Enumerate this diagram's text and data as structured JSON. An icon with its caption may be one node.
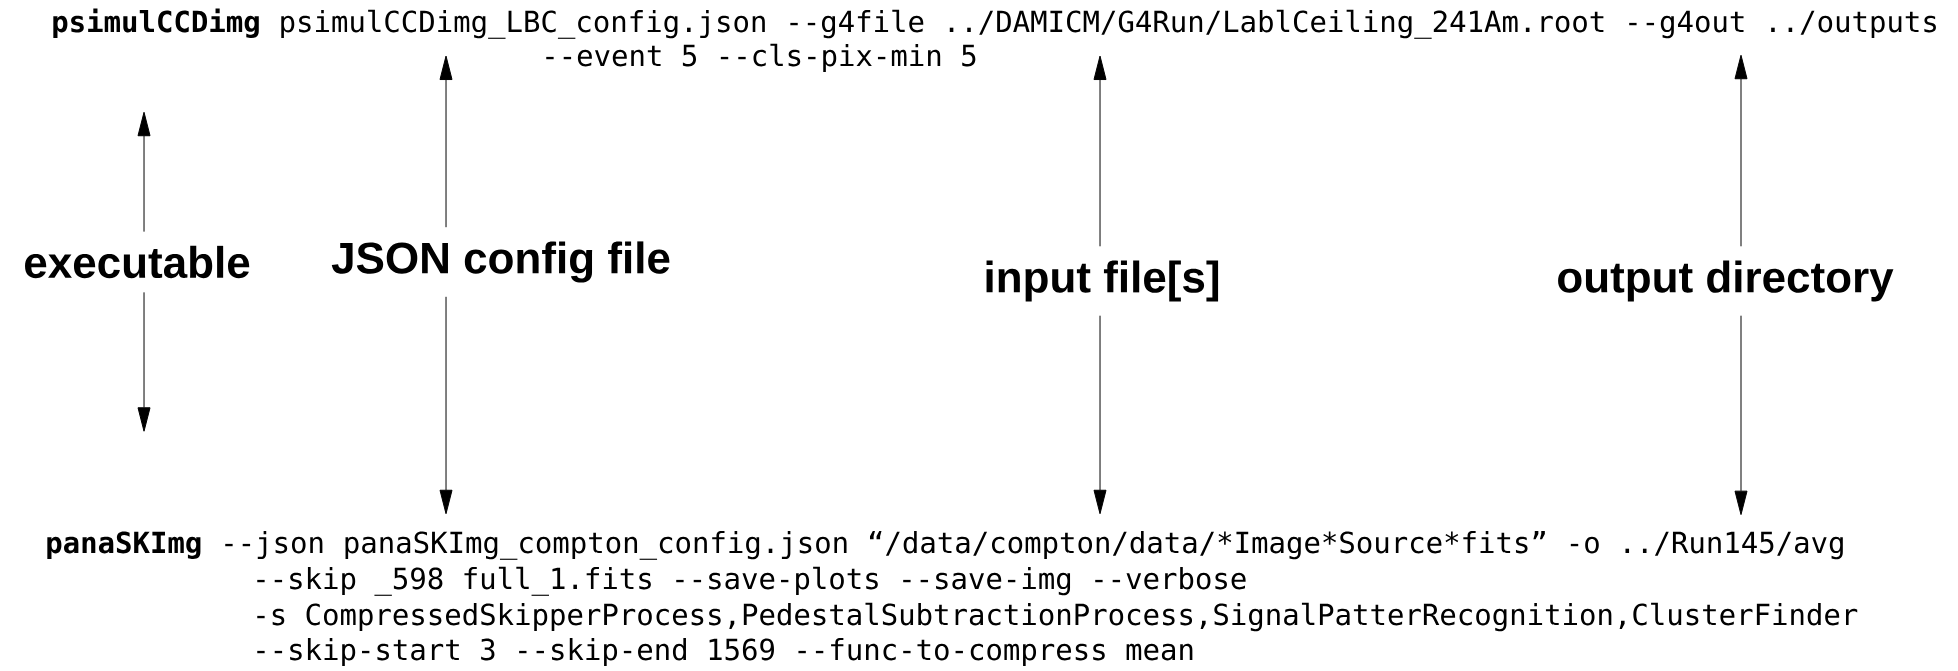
{
  "diagram": {
    "nodes": [
      {
        "text": [
          "psimulCCDimg"
        ]
      },
      {
        "text": [
          "psimulCCDimg_LBC_config.json"
        ]
      },
      {
        "text": [
          "../DAMICM/G4Run/LablCeiling_241Am.root"
        ]
      },
      {
        "text": [
          "../outputs"
        ]
      },
      {
        "text": [
          "executable"
        ]
      },
      {
        "text": [
          "JSON config file"
        ]
      },
      {
        "text": [
          "input file[s]"
        ]
      },
      {
        "text": [
          "output directory"
        ]
      },
      {
        "text": [
          "panaSKImg"
        ]
      },
      {
        "text": [
          "panaSKImg_compton_config.json"
        ]
      },
      {
        "text": [
          "“/data/compton/data/*Image*Source*fits”"
        ]
      },
      {
        "text": [
          "../Run145/avg"
        ]
      }
    ],
    "edges": [
      {
        "from": 4,
        "to": 0,
        "arrow": "to"
      },
      {
        "from": 4,
        "to": 8,
        "arrow": "to"
      },
      {
        "from": 5,
        "to": 1,
        "arrow": "to"
      },
      {
        "from": 5,
        "to": 9,
        "arrow": "to"
      },
      {
        "from": 6,
        "to": 2,
        "arrow": "to"
      },
      {
        "from": 6,
        "to": 10,
        "arrow": "to"
      },
      {
        "from": 7,
        "to": 3,
        "arrow": "to"
      },
      {
        "from": 7,
        "to": 11,
        "arrow": "to"
      }
    ],
    "labels": [
      "--g4file",
      "--g4out",
      "--event 5 --cls-pix-min 5",
      "--json",
      "-o",
      "--skip _598 full_1.fits --save-plots --save-img --verbose",
      "-s CompressedSkipperProcess,PedestalSubtractionProcess,SignalPatterRecognition,ClusterFinder",
      "--skip-start 3 --skip-end 1569 --func-to-compress mean"
    ]
  }
}
